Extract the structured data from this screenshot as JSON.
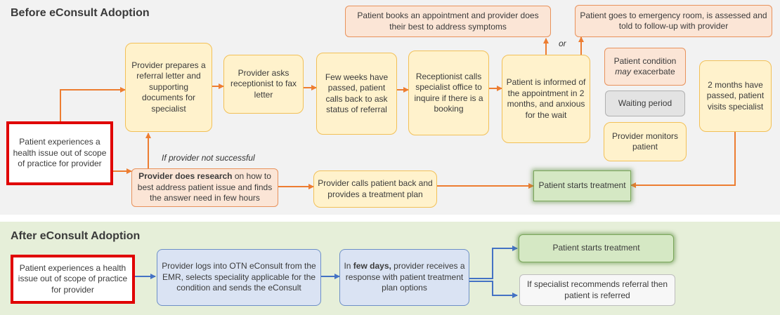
{
  "before": {
    "title": "Before eConsult Adoption",
    "patient_issue": "Patient experiences a health issue out of scope of practice for provider",
    "referral_letter": "Provider prepares a referral letter and supporting documents for specialist",
    "fax_letter": "Provider asks receptionist to fax letter",
    "few_weeks": "Few weeks have passed, patient calls back to ask status of referral",
    "receptionist_calls": "Receptionist calls specialist office to inquire if there is a booking",
    "informed": "Patient is informed of the appointment in 2 months, and anxious for the wait",
    "books_appointment": "Patient books an appointment and provider does their best to address symptoms",
    "emergency_room": "Patient goes to emergency room, is assessed and told to follow-up with provider",
    "or_label": "or",
    "condition_prefix": "Patient condition",
    "condition_emphasis": "may",
    "condition_suffix": "exacerbate",
    "waiting_period": "Waiting period",
    "provider_monitors": "Provider monitors patient",
    "two_months": "2 months have passed, patient visits specialist",
    "research_bold": "Provider does research",
    "research_rest": " on how to best address patient issue and finds the answer need in few hours",
    "if_not_successful": "If provider not successful",
    "calls_back": "Provider calls patient back and provides a treatment plan",
    "starts_treatment": "Patient starts treatment"
  },
  "after": {
    "title": "After eConsult Adoption",
    "patient_issue": "Patient experiences a health issue out of scope of practice for provider",
    "logs_in": "Provider logs into OTN eConsult from the EMR, selects speciality applicable for the condition and sends the eConsult",
    "response_prefix": "In ",
    "response_bold": "few days,",
    "response_rest": " provider receives a response with patient treatment plan options",
    "starts_treatment": "Patient starts treatment",
    "referred": "If specialist recommends referral then patient is referred"
  },
  "colors": {
    "arrow_orange": "#ed7d31",
    "arrow_blue": "#4472c4",
    "highlight_red": "#e00000"
  }
}
